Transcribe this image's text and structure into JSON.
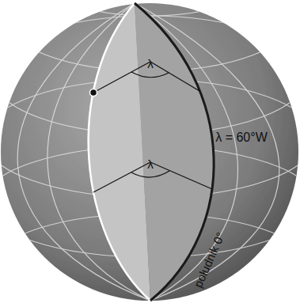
{
  "diagram": {
    "labels": [
      "λ",
      "λ",
      "λ = 60°W",
      "południk 0°"
    ]
  }
}
